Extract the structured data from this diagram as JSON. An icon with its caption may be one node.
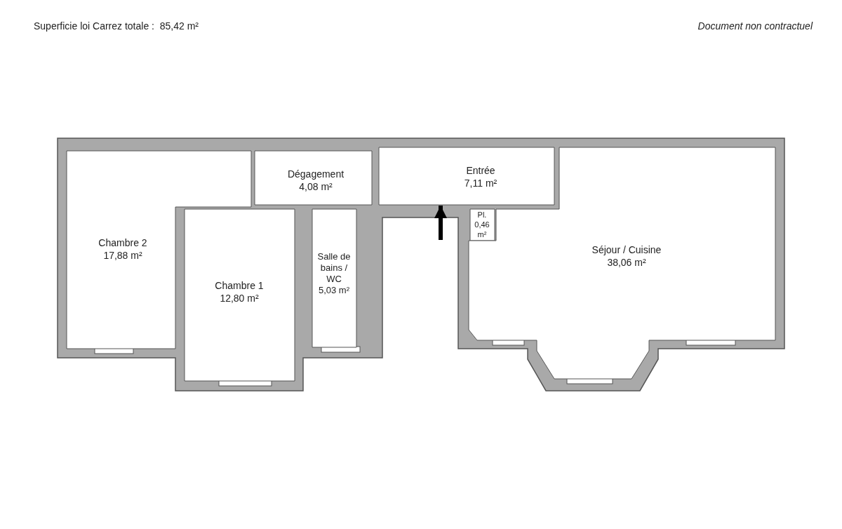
{
  "diagram": {
    "title": "Superficie loi Carrez totale :  85,42 m²",
    "nodes": [
      {
        "text": [
          "Chambre 2",
          "17,88 m²"
        ]
      },
      {
        "text": [
          "Chambre 1",
          "12,80 m²"
        ]
      },
      {
        "text": [
          "Salle de bains / WC",
          "5,03 m²"
        ]
      },
      {
        "text": [
          "Dégagement",
          "4,08 m²"
        ]
      },
      {
        "text": [
          "Entrée",
          "7,11 m²"
        ]
      },
      {
        "text": [
          "Pl.",
          "0,46 m²"
        ]
      },
      {
        "text": [
          "Séjour / Cuisine",
          "38,06 m²"
        ]
      }
    ],
    "edges": [
      {
        "from": null,
        "to": 4,
        "arrow": "to"
      }
    ],
    "labels": [
      "Document non contractuel"
    ]
  }
}
